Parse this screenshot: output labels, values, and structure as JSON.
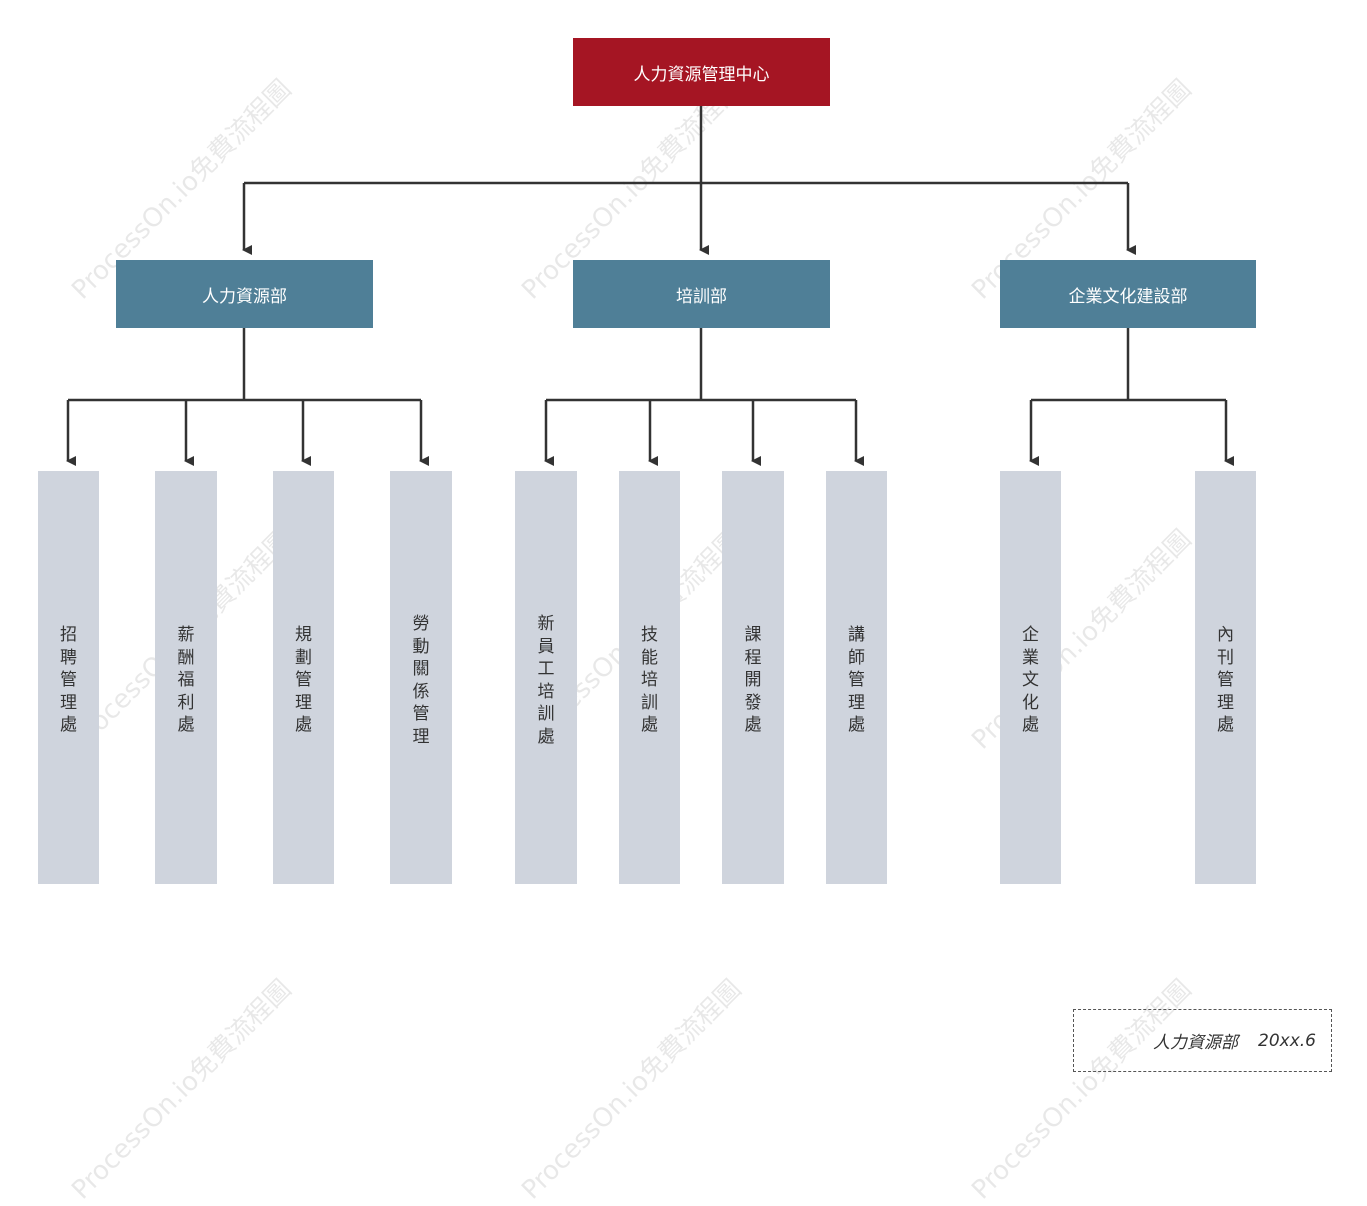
{
  "root": {
    "label": "人力資源管理中心"
  },
  "departments": [
    {
      "id": "hr",
      "label": "人力資源部",
      "units": [
        "招聘管理處",
        "薪酬福利處",
        "規劃管理處",
        "勞動關係管理"
      ]
    },
    {
      "id": "training",
      "label": "培訓部",
      "units": [
        "新員工培訓處",
        "技能培訓處",
        "課程開發處",
        "講師管理處"
      ]
    },
    {
      "id": "culture",
      "label": "企業文化建設部",
      "units": [
        "企業文化處",
        "內刊管理處"
      ]
    }
  ],
  "footer": {
    "dept": "人力資源部",
    "date": "20xx.6"
  },
  "watermark": "ProcessOn.io免費流程圖",
  "colors": {
    "root": "#a51523",
    "department": "#4f7f97",
    "unit": "#cfd4dd",
    "connector": "#333333"
  }
}
